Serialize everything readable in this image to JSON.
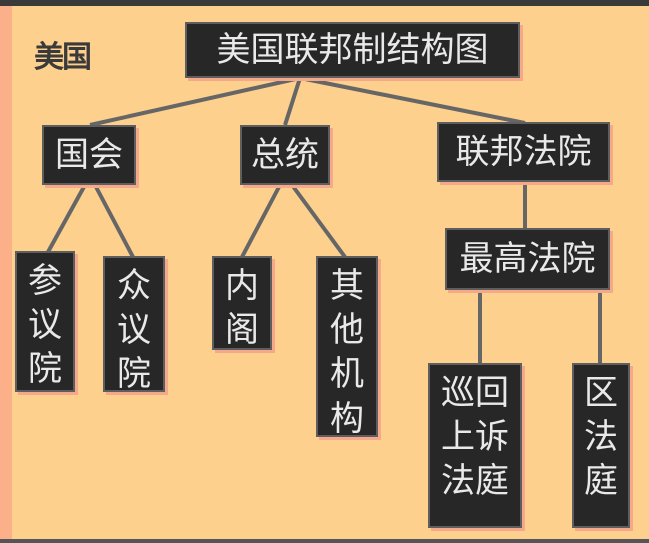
{
  "corner_label": "美国",
  "title": "美国联邦制结构图",
  "branches": {
    "congress": {
      "label": "国会",
      "children": [
        "参议院",
        "众议院"
      ]
    },
    "president": {
      "label": "总统",
      "children": [
        "内阁",
        "其他机构"
      ]
    },
    "judiciary": {
      "label": "联邦法院",
      "supreme": "最高法院",
      "children": [
        "巡回上诉法庭",
        "区法庭"
      ]
    }
  }
}
